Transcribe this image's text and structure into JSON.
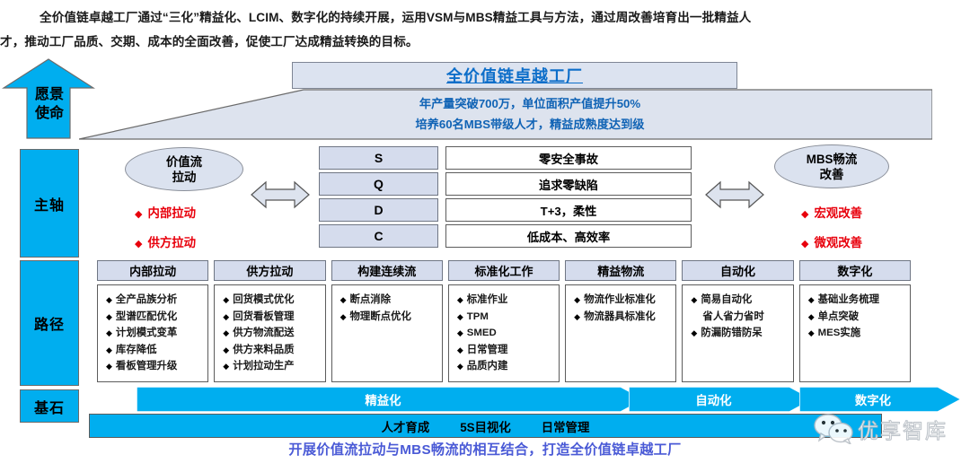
{
  "intro": {
    "line1": "全价值链卓越工厂通过“三化”精益化、LCIM、数字化的持续开展，运用VSM与MBS精益工具与方法，通过周改善培育出一批精益人",
    "line2": "才，推动工厂品质、交期、成本的全面改善，促使工厂达成精益转换的目标。"
  },
  "spine": {
    "vision_label": "愿景\n使命",
    "vision_line1": "愿景",
    "vision_line2": "使命",
    "main_axis": "主轴",
    "path": "路径",
    "foundation": "基石"
  },
  "vision": {
    "title": "全价值链卓越工厂",
    "goal1": "年产量突破700万，单位面积产值提升50%",
    "goal2": "培养60名MBS带级人才，精益成熟度达到级"
  },
  "main_axis": {
    "left_ellipse_l1": "价值流",
    "left_ellipse_l2": "拉动",
    "left_bullets": [
      "内部拉动",
      "供方拉动"
    ],
    "right_ellipse_l1": "MBS畅流",
    "right_ellipse_l2": "改善",
    "right_bullets": [
      "宏观改善",
      "微观改善"
    ],
    "sqdc": [
      {
        "key": "S",
        "value": "零安全事故"
      },
      {
        "key": "Q",
        "value": "追求零缺陷"
      },
      {
        "key": "D",
        "value": "T+3，柔性"
      },
      {
        "key": "C",
        "value": "低成本、高效率"
      }
    ]
  },
  "path_columns": [
    {
      "title": "内部拉动",
      "items": [
        "全产品族分析",
        "型谱匹配优化",
        "计划模式变革",
        "库存降低",
        "看板管理升级"
      ]
    },
    {
      "title": "供方拉动",
      "items": [
        "回货模式优化",
        "回货看板管理",
        "供方物流配送",
        "供方来料品质",
        "计划拉动生产"
      ]
    },
    {
      "title": "构建连续流",
      "items": [
        "断点消除",
        "物理断点优化"
      ]
    },
    {
      "title": "标准化工作",
      "items": [
        "标准作业",
        "TPM",
        "SMED",
        "日常管理",
        "品质内建"
      ]
    },
    {
      "title": "精益物流",
      "items": [
        "物流作业标准化",
        "物流器具标准化"
      ]
    },
    {
      "title": "自动化",
      "items": [
        "简易自动化",
        "省人省力省时",
        "防漏防错防呆"
      ]
    },
    {
      "title": "数字化",
      "items": [
        "基础业务梳理",
        "单点突破",
        "MES实施"
      ]
    }
  ],
  "chevrons": [
    {
      "label": "精益化"
    },
    {
      "label": "自动化"
    },
    {
      "label": "数字化"
    }
  ],
  "foundation_items": [
    "人才育成",
    "5S目视化",
    "日常管理"
  ],
  "caption": "开展价值流拉动与MBS畅流的相互结合，打造全价值链卓越工厂",
  "watermark": {
    "text": "优享智库",
    "icon": "wechat-icon"
  },
  "colors": {
    "accent_blue": "#00AEEF",
    "header_fill": "#d5dced",
    "title_blue": "#0d6ec9",
    "bullet_red": "#e8000c",
    "caption_purple": "#4a5ad6"
  }
}
